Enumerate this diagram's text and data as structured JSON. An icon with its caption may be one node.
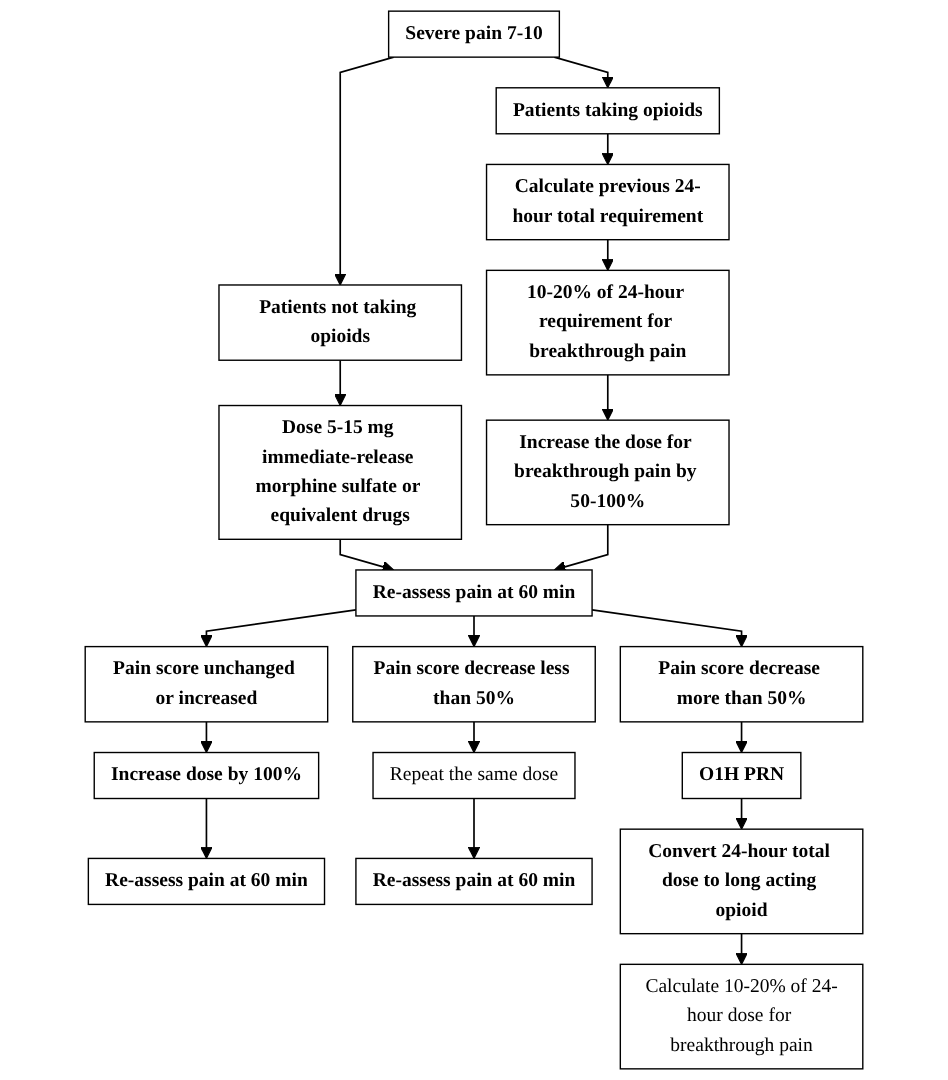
{
  "diagram": {
    "nodes": [
      {
        "text": [
          "Severe pain 7-10"
        ]
      },
      {
        "text": [
          "Patients not taking opioids"
        ]
      },
      {
        "text": [
          "Patients taking opioids"
        ]
      },
      {
        "text": [
          "Calculate previous 24-hour total requirement"
        ]
      },
      {
        "text": [
          "Dose 5-15 mg immediate-release morphine sulfate or equivalent drugs"
        ]
      },
      {
        "text": [
          "10-20% of 24-hour requirement for breakthrough pain"
        ]
      },
      {
        "text": [
          "Increase the dose for breakthrough pain by 50-100%"
        ]
      },
      {
        "text": [
          "Re-assess pain at 60 min"
        ]
      },
      {
        "text": [
          "Pain score unchanged or increased"
        ]
      },
      {
        "text": [
          "Pain score decrease less than 50%"
        ]
      },
      {
        "text": [
          "Pain score decrease more than 50%"
        ]
      },
      {
        "text": [
          "Increase dose by 100%"
        ]
      },
      {
        "text": [
          "Repeat the same dose"
        ]
      },
      {
        "text": [
          "O1H PRN"
        ]
      },
      {
        "text": [
          "Re-assess pain at 60 min"
        ]
      },
      {
        "text": [
          "Re-assess pain at 60 min"
        ]
      },
      {
        "text": [
          "Convert 24-hour total dose to long acting opioid"
        ]
      },
      {
        "text": [
          "Calculate 10-20% of 24-hour dose for breakthrough pain"
        ]
      }
    ],
    "edges": [
      {
        "from": 0,
        "to": 1,
        "arrow": "to"
      },
      {
        "from": 0,
        "to": 2,
        "arrow": "to"
      },
      {
        "from": 2,
        "to": 3,
        "arrow": "to"
      },
      {
        "from": 1,
        "to": 4,
        "arrow": "to"
      },
      {
        "from": 3,
        "to": 5,
        "arrow": "to"
      },
      {
        "from": 5,
        "to": 6,
        "arrow": "to"
      },
      {
        "from": 4,
        "to": 7,
        "arrow": "to"
      },
      {
        "from": 6,
        "to": 7,
        "arrow": "to"
      },
      {
        "from": 7,
        "to": 8,
        "arrow": "to"
      },
      {
        "from": 7,
        "to": 9,
        "arrow": "to"
      },
      {
        "from": 7,
        "to": 10,
        "arrow": "to"
      },
      {
        "from": 8,
        "to": 11,
        "arrow": "to"
      },
      {
        "from": 9,
        "to": 12,
        "arrow": "to"
      },
      {
        "from": 10,
        "to": 13,
        "arrow": "to"
      },
      {
        "from": 11,
        "to": 14,
        "arrow": "to"
      },
      {
        "from": 12,
        "to": 15,
        "arrow": "to"
      },
      {
        "from": 13,
        "to": 16,
        "arrow": "to"
      },
      {
        "from": 16,
        "to": 17,
        "arrow": "to"
      }
    ]
  }
}
